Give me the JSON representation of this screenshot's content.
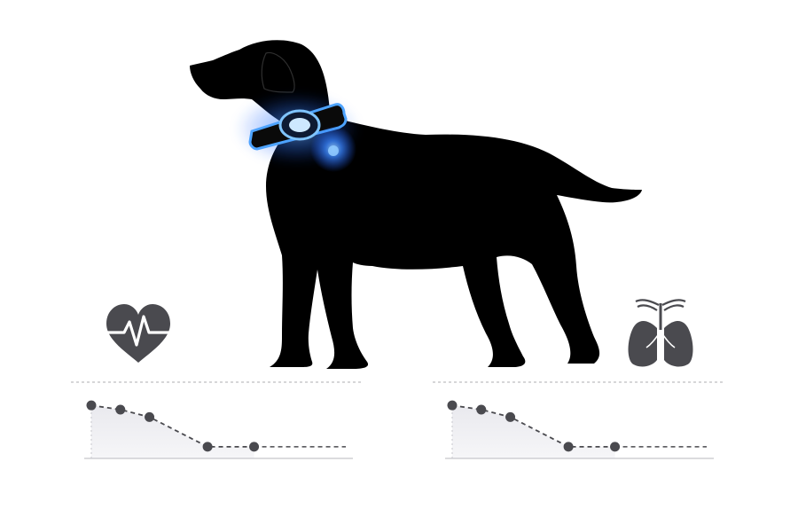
{
  "colors": {
    "background": "#ffffff",
    "silhouette": "#000000",
    "collar_glow": "#2f7dff",
    "collar_light": "#7fc4ff",
    "icon": "#4a4a4f",
    "chart_line": "#4a4a4f",
    "chart_fill": "#eeeef1",
    "divider": "#c8c8cc",
    "axis": "#cfcfd4"
  },
  "icons": {
    "left": "heart-rate-icon",
    "right": "lungs-icon"
  },
  "chart_data": [
    {
      "type": "line",
      "metric_icon": "heart-rate-icon",
      "x": [
        0,
        1,
        2,
        4,
        5.6
      ],
      "values": [
        5,
        4.6,
        3.9,
        1.1,
        1.1
      ],
      "xlim": [
        0,
        9
      ],
      "ylim": [
        0,
        5.6
      ],
      "dashed": true,
      "area_fill": true,
      "grid": false,
      "tick_labels": false
    },
    {
      "type": "line",
      "metric_icon": "lungs-icon",
      "x": [
        0,
        1,
        2,
        4,
        5.6
      ],
      "values": [
        5,
        4.6,
        3.9,
        1.1,
        1.1
      ],
      "xlim": [
        0,
        9
      ],
      "ylim": [
        0,
        5.6
      ],
      "dashed": true,
      "area_fill": true,
      "grid": false,
      "tick_labels": false
    }
  ]
}
